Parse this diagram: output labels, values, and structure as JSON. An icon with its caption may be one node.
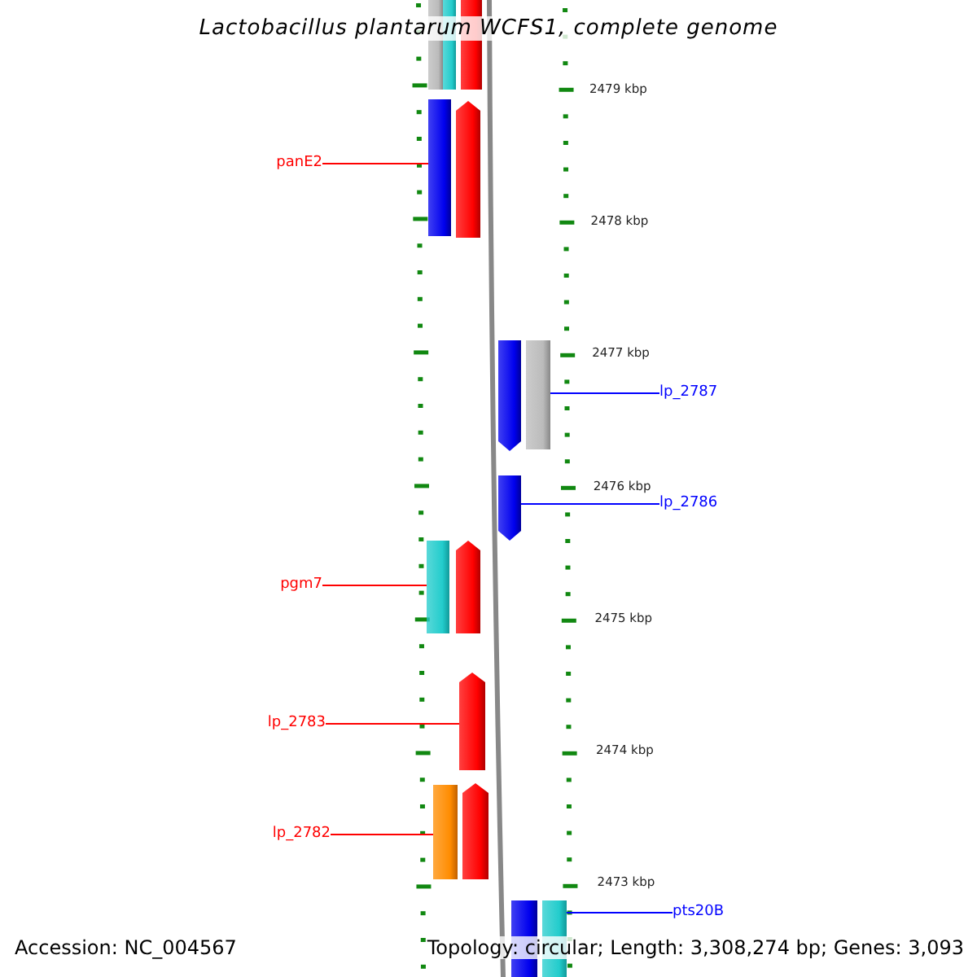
{
  "diagram": {
    "title": "Lactobacillus plantarum WCFS1, complete genome",
    "nodes": [
      {
        "text": [],
        "shape": "bar"
      },
      {
        "text": [],
        "shape": "bar"
      },
      {
        "text": [],
        "shape": "bar"
      },
      {
        "text": [
          "panE2"
        ]
      },
      {
        "text": [],
        "shape": "bar"
      },
      {
        "text": [],
        "shape": "bar"
      },
      {
        "text": [],
        "shape": "bar"
      },
      {
        "text": [],
        "shape": "bar"
      },
      {
        "text": [
          "lp_2787"
        ]
      },
      {
        "text": [],
        "shape": "bar"
      },
      {
        "text": [
          "lp_2786"
        ]
      },
      {
        "text": [
          "pgm7"
        ]
      },
      {
        "text": [],
        "shape": "bar"
      },
      {
        "text": [],
        "shape": "bar"
      },
      {
        "text": [
          "lp_2783"
        ]
      },
      {
        "text": [],
        "shape": "bar"
      },
      {
        "text": [
          "lp_2782"
        ]
      },
      {
        "text": [],
        "shape": "bar"
      },
      {
        "text": [],
        "shape": "bar"
      },
      {
        "text": [],
        "shape": "bar"
      },
      {
        "text": [],
        "shape": "bar"
      },
      {
        "text": [
          "pts20B"
        ]
      }
    ],
    "edges": [
      {
        "from": 3,
        "to": 4,
        "arrow": "none"
      },
      {
        "from": 8,
        "to": 7,
        "arrow": "none",
        "color": "#0000ff"
      },
      {
        "from": 10,
        "to": 9,
        "arrow": "none",
        "color": "#0000ff"
      },
      {
        "from": 11,
        "to": 12,
        "arrow": "none"
      },
      {
        "from": 14,
        "to": 15,
        "arrow": "none"
      },
      {
        "from": 16,
        "to": 17,
        "arrow": "none"
      },
      {
        "from": 21,
        "to": 20,
        "arrow": "none",
        "color": "#0000ff"
      }
    ],
    "labels": [
      "2479 kbp",
      "2478 kbp",
      "2477 kbp",
      "2476 kbp",
      "2475 kbp",
      "2474 kbp",
      "2473 kbp",
      "Accession: NC_004567",
      "Topology: circular; Length: 3,308,274 bp; Genes: 3,093"
    ]
  }
}
